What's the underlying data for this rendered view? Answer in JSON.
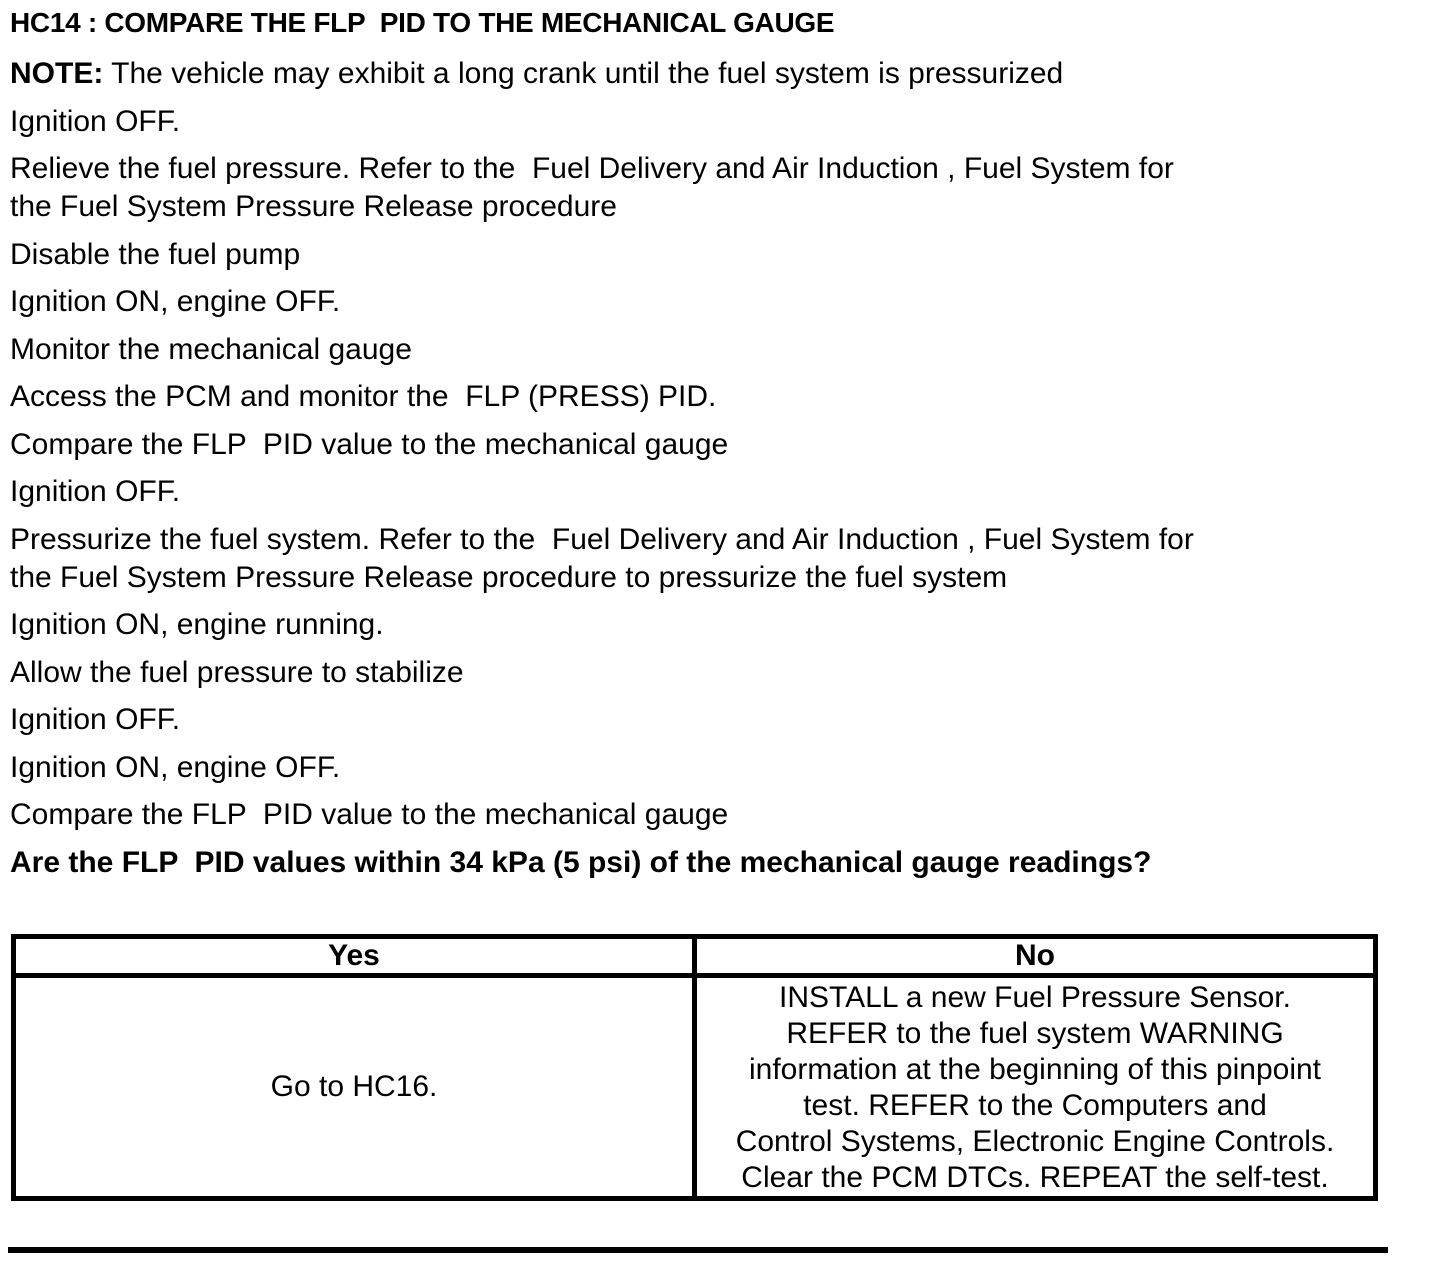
{
  "page": {
    "title": "HC14 : COMPARE THE FLP  PID TO THE MECHANICAL GAUGE",
    "note": {
      "label": "NOTE:",
      "text": " The vehicle may exhibit a long crank until the fuel system is pressurized"
    },
    "steps": [
      "Ignition OFF.",
      "Relieve the fuel pressure. Refer to the  Fuel Delivery and Air Induction , Fuel System for\nthe Fuel System Pressure Release procedure",
      "Disable the fuel pump",
      "Ignition ON, engine OFF.",
      "Monitor the mechanical gauge",
      "Access the PCM and monitor the  FLP (PRESS) PID.",
      "Compare the FLP  PID value to the mechanical gauge",
      "Ignition OFF.",
      "Pressurize the fuel system. Refer to the  Fuel Delivery and Air Induction , Fuel System for\nthe Fuel System Pressure Release procedure to pressurize the fuel system",
      "Ignition ON, engine running.",
      "Allow the fuel pressure to stabilize",
      "Ignition OFF.",
      "Ignition ON, engine OFF.",
      "Compare the FLP  PID value to the mechanical gauge"
    ],
    "question": "Are the FLP  PID values within 34 kPa (5 psi) of the mechanical gauge readings?"
  },
  "decision_table": {
    "yes_header": "Yes",
    "no_header": "No",
    "yes_action": "Go to HC16.",
    "no_action": "INSTALL a new Fuel Pressure Sensor.\nREFER to the fuel system WARNING\ninformation at the beginning of this pinpoint\ntest. REFER to the Computers and\nControl Systems, Electronic Engine Controls.\nClear the PCM DTCs. REPEAT the self-test."
  }
}
